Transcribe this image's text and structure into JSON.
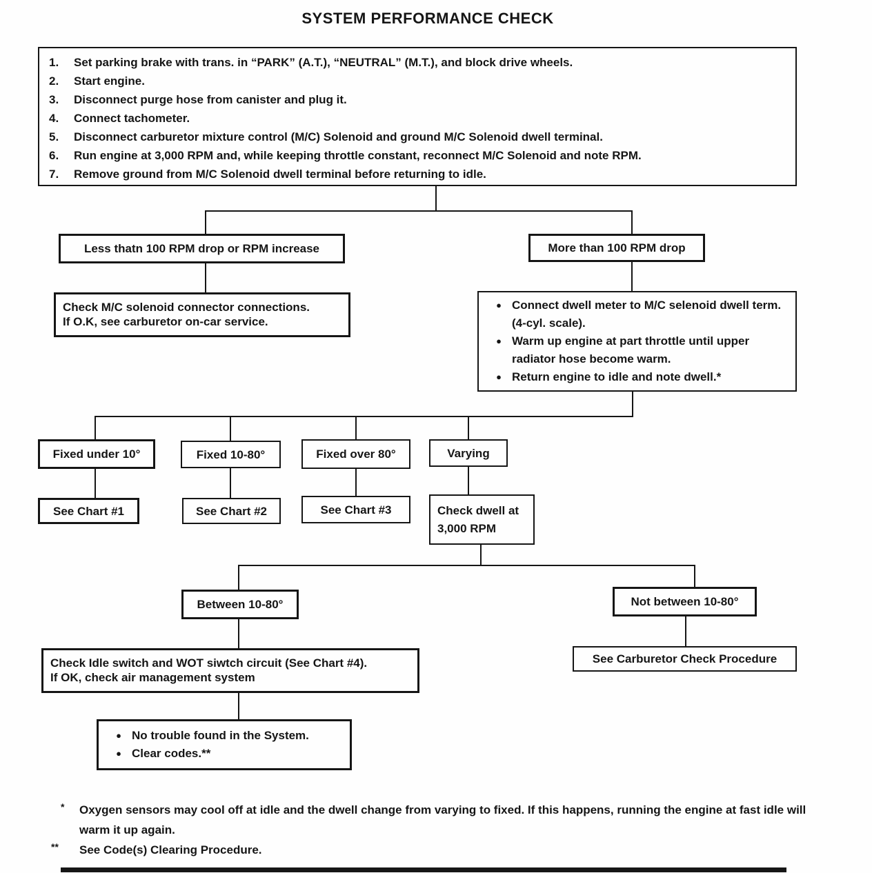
{
  "title": "SYSTEM PERFORMANCE CHECK",
  "bullet_glyph": "●",
  "procedure_steps": [
    {
      "num": "1.",
      "text": "Set parking brake with trans. in “PARK” (A.T.), “NEUTRAL” (M.T.), and block drive wheels."
    },
    {
      "num": "2.",
      "text": "Start engine."
    },
    {
      "num": "3.",
      "text": "Disconnect purge hose from canister and plug it."
    },
    {
      "num": "4.",
      "text": "Connect tachometer."
    },
    {
      "num": "5.",
      "text": "Disconnect carburetor mixture control (M/C) Solenoid and ground M/C Solenoid dwell terminal."
    },
    {
      "num": "6.",
      "text": "Run engine at 3,000 RPM and, while keeping throttle constant, reconnect M/C Solenoid and note RPM."
    },
    {
      "num": "7.",
      "text": "Remove ground from M/C Solenoid dwell terminal before returning to idle."
    }
  ],
  "rpm_branches": {
    "less": "Less thatn 100 RPM drop or RPM increase",
    "more": "More than 100 RPM drop"
  },
  "check_mc_box": {
    "line1": "Check M/C solenoid connector connections.",
    "line2": "If O.K, see carburetor on-car service."
  },
  "dwell_meter_box": {
    "items": [
      "Connect dwell meter to M/C selenoid dwell term. (4-cyl. scale).",
      "Warm up engine at part throttle until upper radiator hose become warm.",
      "Return engine to idle and note dwell.*"
    ]
  },
  "dwell_conditions": {
    "fixed_under_10": "Fixed under 10°",
    "fixed_10_80": "Fixed 10-80°",
    "fixed_over_80": "Fixed over 80°",
    "varying": "Varying"
  },
  "chart_refs": {
    "chart1": "See Chart #1",
    "chart2": "See Chart #2",
    "chart3": "See Chart #3",
    "check_dwell": "Check dwell at 3,000 RPM"
  },
  "dwell_range": {
    "between": "Between 10-80°",
    "not_between": "Not between 10-80°"
  },
  "idle_wot_box": {
    "line1": "Check Idle switch and WOT siwtch circuit (See Chart #4).",
    "line2": "If OK, check air management system"
  },
  "carb_check_box": "See Carburetor Check Procedure",
  "no_trouble_box": {
    "items": [
      "No trouble found in the System.",
      "Clear codes.**"
    ]
  },
  "footnotes": [
    {
      "marker": "*",
      "text": "Oxygen sensors may cool off at idle and the dwell change from varying to fixed. If this happens, running the engine at fast idle will warm it up again."
    },
    {
      "marker": "**",
      "text": "See Code(s) Clearing Procedure."
    }
  ],
  "colors": {
    "ink": "#151515",
    "paper": "#fefefe"
  }
}
